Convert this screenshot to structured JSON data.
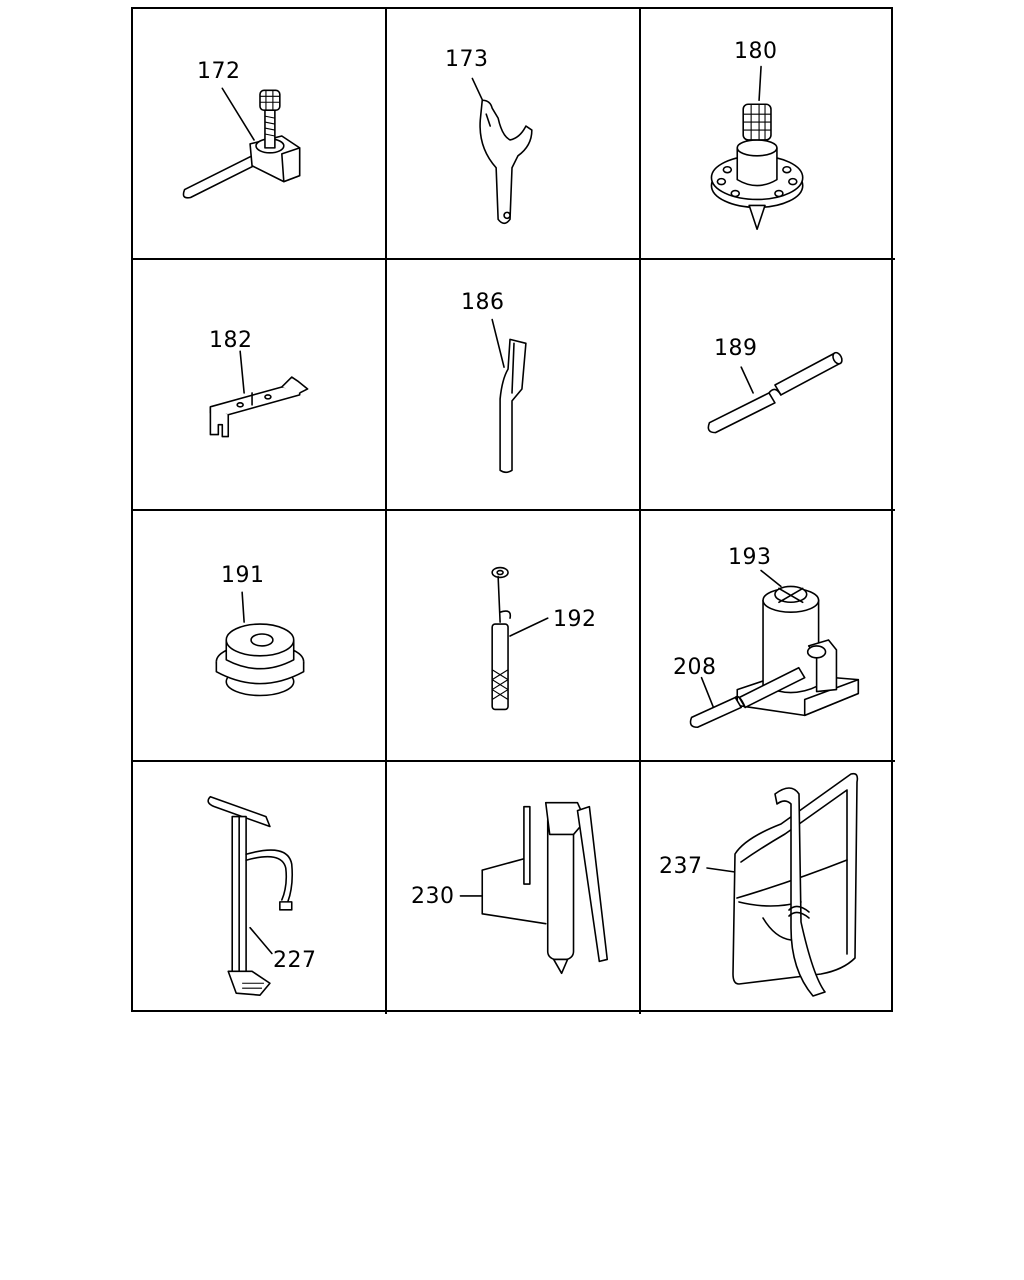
{
  "parts": [
    {
      "number": "172",
      "icon": "special-wrench-with-knurled-screw-icon"
    },
    {
      "number": "173",
      "icon": "hook-spanner-icon"
    },
    {
      "number": "180",
      "icon": "flanged-puller-with-knurled-knob-icon"
    },
    {
      "number": "182",
      "icon": "bracket-tool-icon"
    },
    {
      "number": "186",
      "icon": "flat-pry-tool-icon"
    },
    {
      "number": "189",
      "icon": "rod-icon"
    },
    {
      "number": "191",
      "icon": "installer-disc-icon"
    },
    {
      "number": "192",
      "icon": "probe-tool-icon"
    },
    {
      "number": "193",
      "icon": "bottle-jack-icon"
    },
    {
      "number": "208",
      "icon": "jack-handle-icon"
    },
    {
      "number": "227",
      "icon": "air-pump-icon"
    },
    {
      "number": "230",
      "icon": "grease-gun-icon"
    },
    {
      "number": "237",
      "icon": "tool-bag-icon"
    }
  ]
}
